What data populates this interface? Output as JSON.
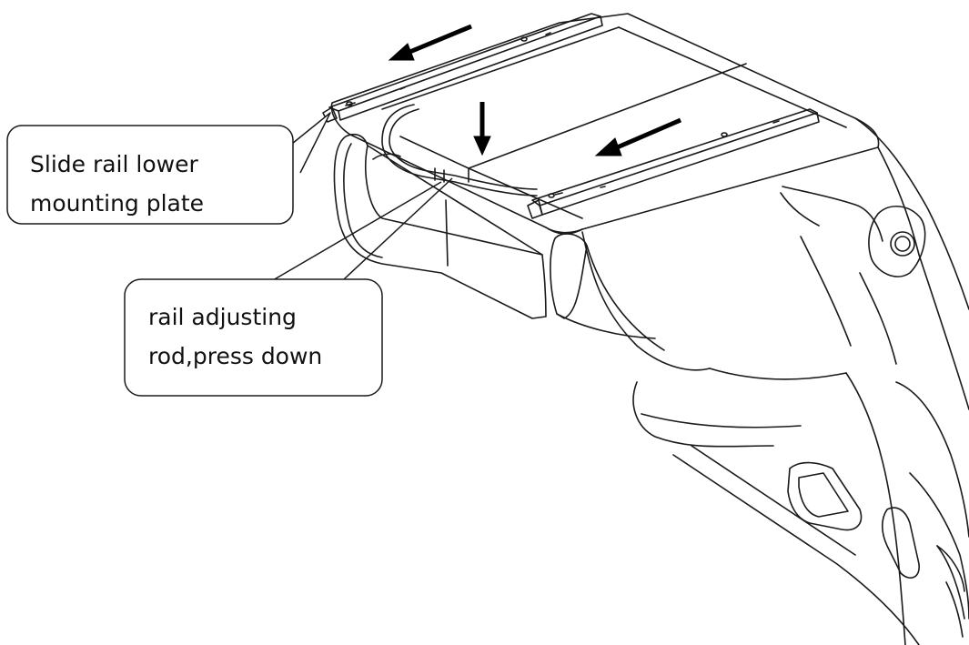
{
  "callouts": {
    "slide_rail": {
      "line1": "Slide rail lower",
      "line2": "mounting plate"
    },
    "adjusting_rod": {
      "line1": "rail adjusting",
      "line2": "rod,press down"
    }
  },
  "colors": {
    "line": "#1a1a1a",
    "background": "#ffffff"
  }
}
